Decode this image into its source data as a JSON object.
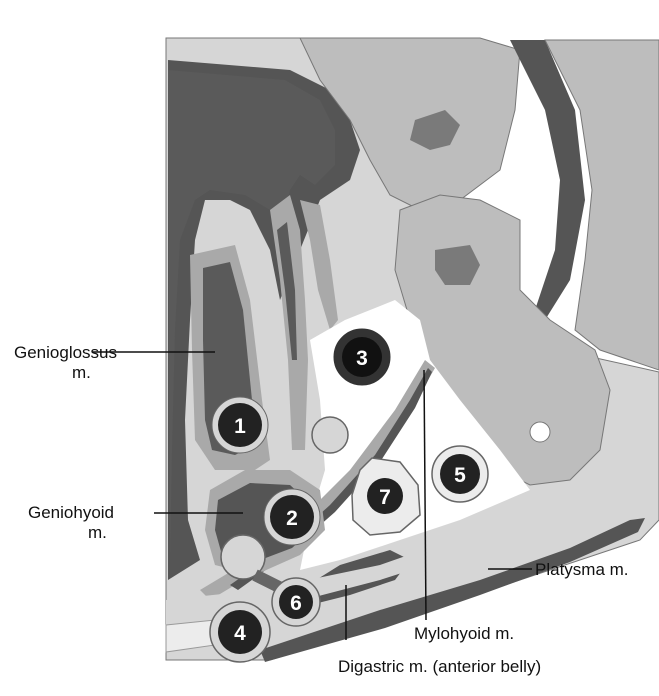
{
  "labels": {
    "genioglossus": {
      "line1": "Genioglossus",
      "line2": "m."
    },
    "geniohyoid": {
      "line1": "Geniohyoid",
      "line2": "m."
    },
    "platysma": "Platysma m.",
    "mylohyoid": "Mylohyoid m.",
    "digastric": "Digastric m. (anterior belly)"
  },
  "markers": [
    "1",
    "2",
    "3",
    "4",
    "5",
    "6",
    "7"
  ],
  "colors": {
    "dark_tissue": "#555555",
    "mid_tissue": "#a9a9a9",
    "light_tissue": "#d6d6d6",
    "bone": "#bdbdbd",
    "outline": "#666666",
    "background": "#ffffff"
  }
}
